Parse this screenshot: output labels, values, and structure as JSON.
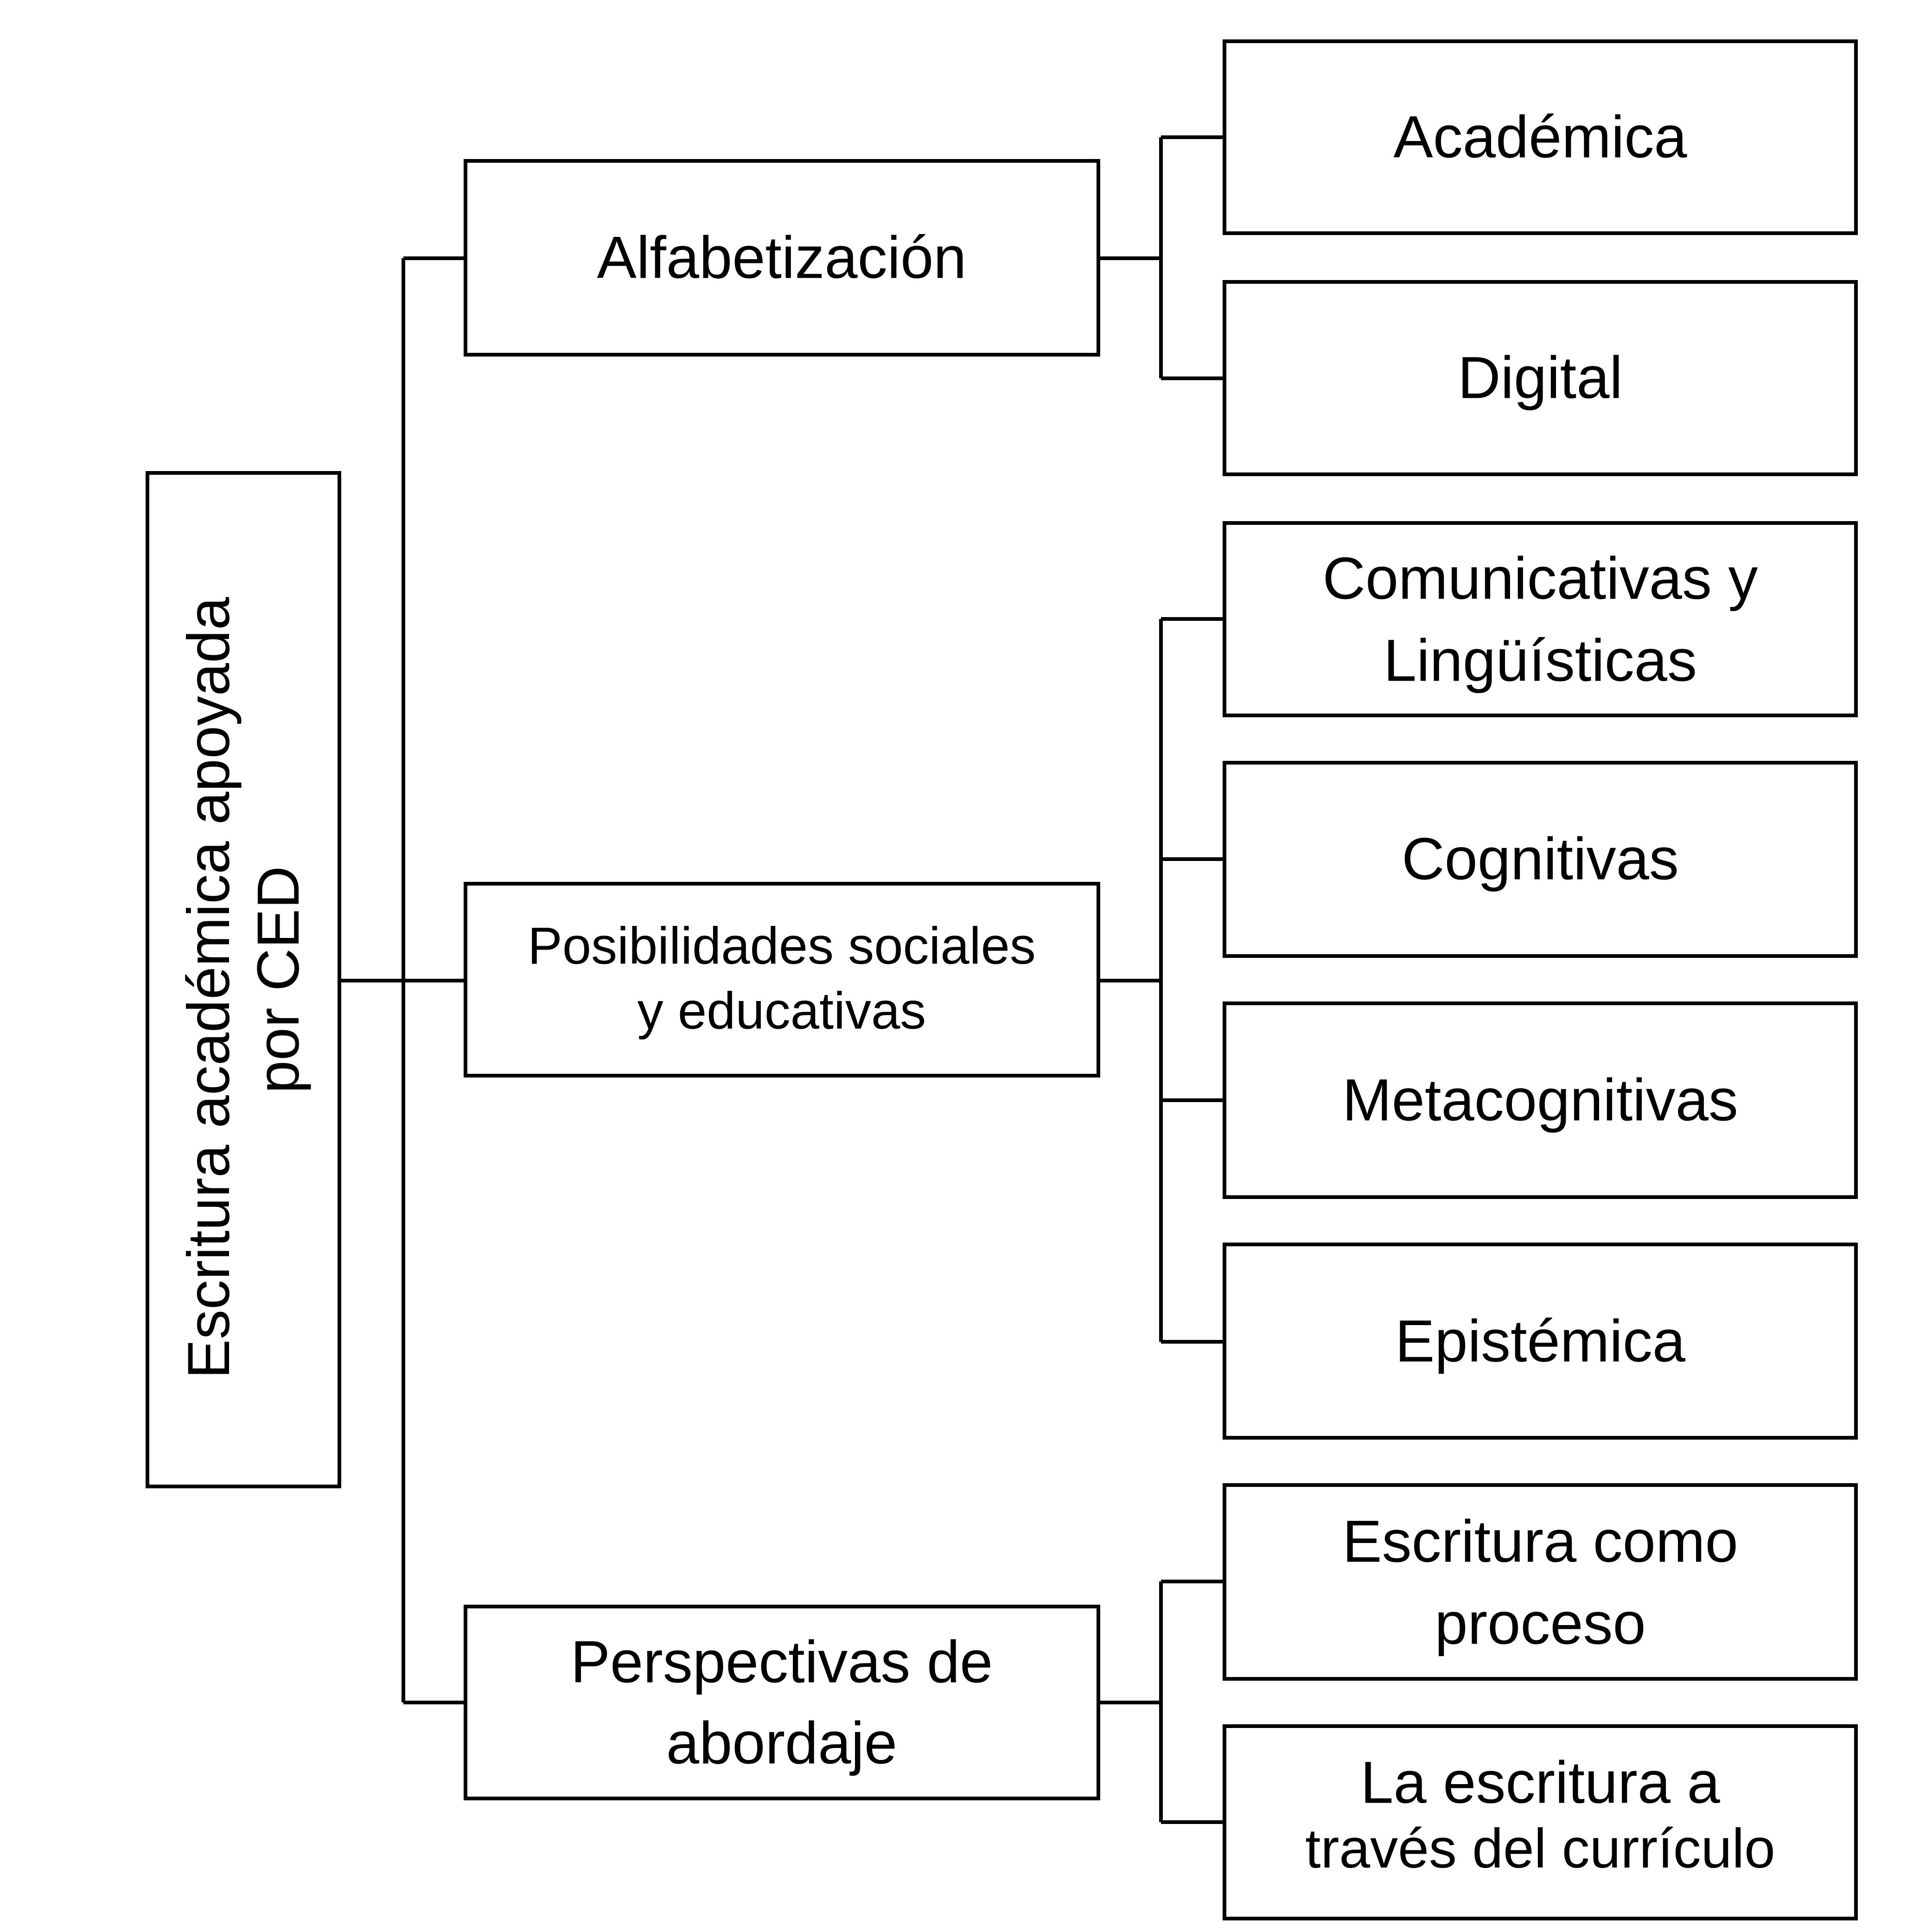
{
  "root": {
    "line1": "Escritura académica apoyada",
    "line2": "por CED"
  },
  "branches": [
    {
      "label_lines": [
        "Alfabetización"
      ],
      "children": [
        {
          "lines": [
            "Académica"
          ]
        },
        {
          "lines": [
            "Digital"
          ]
        }
      ]
    },
    {
      "label_lines": [
        "Posibilidades sociales",
        "y educativas"
      ],
      "children": [
        {
          "lines": [
            "Comunicativas y",
            "Lingüísticas"
          ]
        },
        {
          "lines": [
            "Cognitivas"
          ]
        },
        {
          "lines": [
            "Metacognitivas"
          ]
        },
        {
          "lines": [
            "Epistémica"
          ]
        }
      ]
    },
    {
      "label_lines": [
        "Perspectivas de",
        "abordaje"
      ],
      "children": [
        {
          "lines": [
            "Escritura como",
            "proceso"
          ]
        },
        {
          "lines": [
            "La escritura a",
            "través del currículo"
          ]
        }
      ]
    }
  ]
}
